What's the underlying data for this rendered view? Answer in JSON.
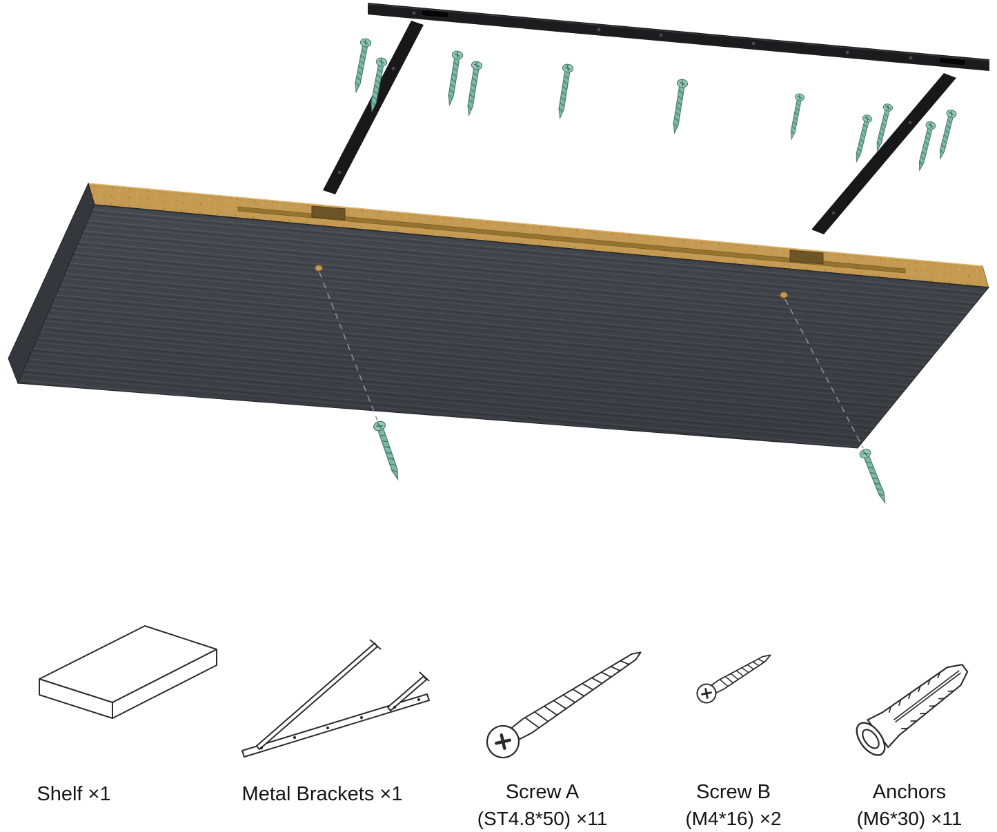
{
  "diagram": {
    "kind": "exploded-assembly-view",
    "subject": "floating wall shelf with hidden metal bracket",
    "colors": {
      "background": "#ffffff",
      "shelf_underside": "#45494e",
      "shelf_raw_edge": "#c59a52",
      "bracket_black": "#1c1c1e",
      "screw_teal": "#7cb9a8",
      "dashed_guide": "#8f8f8f",
      "lineart": "#2b2b2b"
    }
  },
  "parts": [
    {
      "id": "shelf",
      "icon": "shelf-icon",
      "label": "Shelf ×1",
      "spec": ""
    },
    {
      "id": "metal-brackets",
      "icon": "metal-brackets-icon",
      "label": "Metal Brackets ×1",
      "spec": ""
    },
    {
      "id": "screw-a",
      "icon": "screw-a-icon",
      "label": "Screw A",
      "spec": "(ST4.8*50) ×11"
    },
    {
      "id": "screw-b",
      "icon": "screw-b-icon",
      "label": "Screw B",
      "spec": "(M4*16) ×2"
    },
    {
      "id": "anchors",
      "icon": "anchor-icon",
      "label": "Anchors",
      "spec": "(M6*30) ×11"
    }
  ]
}
